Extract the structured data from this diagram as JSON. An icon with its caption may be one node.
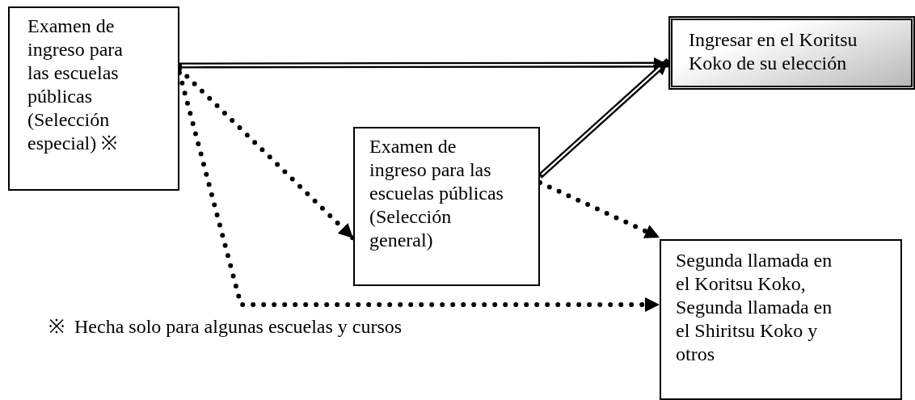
{
  "diagram": {
    "nodes": [
      {
        "text": [
          "Examen de ingreso para las escuelas públicas (Selección especial) ※"
        ]
      },
      {
        "text": [
          "Ingresar en el Koritsu Koko de su elección"
        ]
      },
      {
        "text": [
          "Examen de ingreso para las escuelas públicas (Selección general)"
        ]
      },
      {
        "text": [
          "Segunda llamada en el Koritsu Koko, Segunda llamada en el Shiritsu Koko y otros"
        ]
      }
    ],
    "edges": [
      {
        "from": 0,
        "to": 1,
        "arrow": "to"
      },
      {
        "from": 0,
        "to": 2,
        "arrow": "to",
        "style": "dashed"
      },
      {
        "from": 0,
        "to": 3,
        "arrow": "to",
        "style": "dashed"
      },
      {
        "from": 2,
        "to": 1,
        "arrow": "to"
      },
      {
        "from": 2,
        "to": 3,
        "arrow": "to",
        "style": "dashed"
      }
    ],
    "labels": [
      "※  Hecha solo para algunas escuelas y cursos"
    ]
  }
}
